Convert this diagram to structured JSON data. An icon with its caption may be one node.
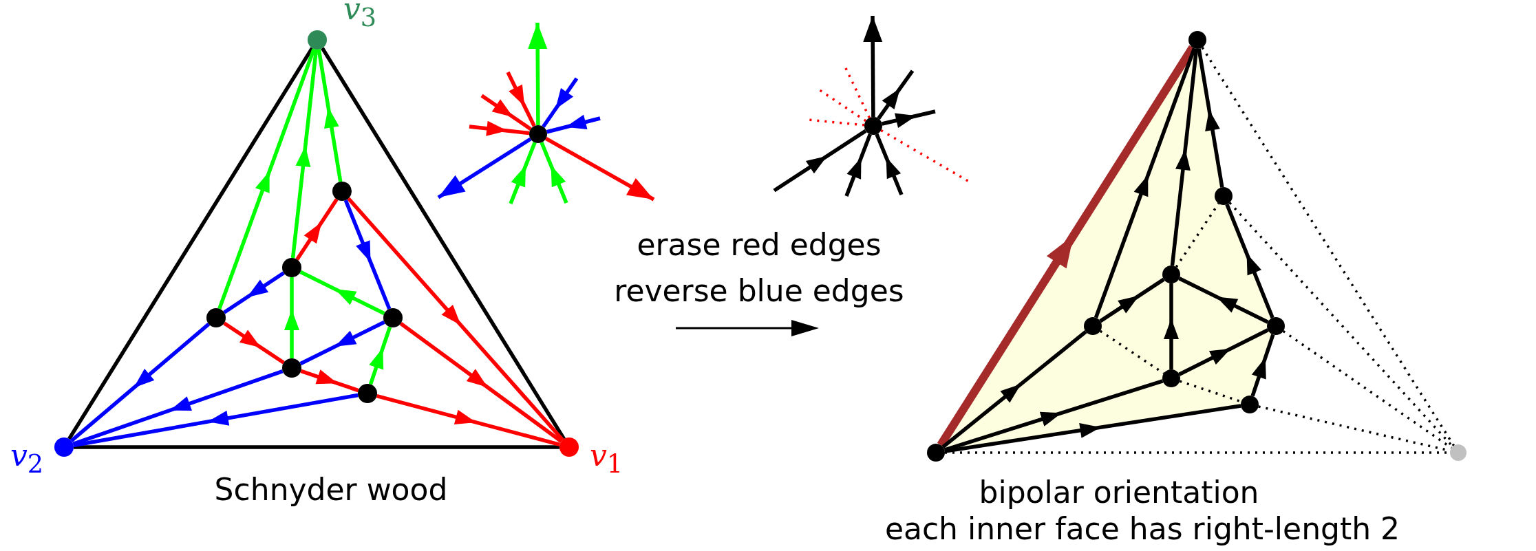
{
  "diagram": {
    "nodes": [
      {
        "text": [],
        "shape": "circle",
        "beside": [
          "*v*$_{3}$"
        ]
      },
      {
        "text": [],
        "shape": "circle"
      },
      {
        "text": [],
        "shape": "circle"
      },
      {
        "text": [],
        "shape": "circle"
      },
      {
        "text": [],
        "shape": "circle"
      },
      {
        "text": [],
        "shape": "circle"
      },
      {
        "text": [],
        "shape": "circle"
      },
      {
        "text": [],
        "shape": "circle",
        "beside": [
          "*v*$_{2}$"
        ]
      },
      {
        "text": [],
        "shape": "circle",
        "beside": [
          "*v*$_{1}$"
        ]
      },
      {
        "text": [],
        "shape": "circle"
      },
      {
        "text": [],
        "shape": "circle"
      },
      {
        "text": [],
        "shape": "circle"
      },
      {
        "text": [],
        "shape": "circle"
      },
      {
        "text": [],
        "shape": "circle"
      },
      {
        "text": [],
        "shape": "circle"
      },
      {
        "text": [],
        "shape": "circle"
      },
      {
        "text": [],
        "shape": "circle"
      },
      {
        "text": [],
        "shape": "circle"
      },
      {
        "text": [],
        "shape": "circle"
      },
      {
        "text": [],
        "shape": "circle"
      }
    ],
    "edges": [
      {
        "from": 0,
        "to": 7,
        "arrow": "none"
      },
      {
        "from": 0,
        "to": 8,
        "arrow": "none"
      },
      {
        "from": 7,
        "to": 8,
        "arrow": "none"
      },
      {
        "from": 3,
        "to": 0,
        "arrow": "to",
        "color": "#00ff00"
      },
      {
        "from": 2,
        "to": 0,
        "arrow": "to",
        "color": "#00ff00"
      },
      {
        "from": 1,
        "to": 0,
        "arrow": "to",
        "color": "#00ff00"
      },
      {
        "from": 5,
        "to": 2,
        "arrow": "to",
        "color": "#00ff00"
      },
      {
        "from": 4,
        "to": 2,
        "arrow": "to",
        "color": "#00ff00"
      },
      {
        "from": 6,
        "to": 4,
        "arrow": "to",
        "color": "#00ff00"
      },
      {
        "from": 2,
        "to": 1,
        "arrow": "to",
        "color": "#ff0000"
      },
      {
        "from": 1,
        "to": 8,
        "arrow": "to",
        "color": "#ff0000"
      },
      {
        "from": 3,
        "to": 5,
        "arrow": "to",
        "color": "#ff0000"
      },
      {
        "from": 5,
        "to": 6,
        "arrow": "to",
        "color": "#ff0000"
      },
      {
        "from": 6,
        "to": 8,
        "arrow": "to",
        "color": "#ff0000"
      },
      {
        "from": 4,
        "to": 8,
        "arrow": "to",
        "color": "#ff0000"
      },
      {
        "from": 1,
        "to": 4,
        "arrow": "to",
        "color": "#0000ff"
      },
      {
        "from": 2,
        "to": 3,
        "arrow": "to",
        "color": "#0000ff"
      },
      {
        "from": 3,
        "to": 7,
        "arrow": "to",
        "color": "#0000ff"
      },
      {
        "from": 4,
        "to": 5,
        "arrow": "to",
        "color": "#0000ff"
      },
      {
        "from": 5,
        "to": 7,
        "arrow": "to",
        "color": "#0000ff"
      },
      {
        "from": 6,
        "to": 7,
        "arrow": "to",
        "color": "#0000ff"
      },
      {
        "from": 9,
        "to": null,
        "arrow": "to",
        "color": "#00ff00"
      },
      {
        "from": null,
        "to": 9,
        "arrow": "to",
        "color": "#ff0000"
      },
      {
        "from": null,
        "to": 9,
        "arrow": "to",
        "color": "#ff0000"
      },
      {
        "from": null,
        "to": 9,
        "arrow": "to",
        "color": "#ff0000"
      },
      {
        "from": null,
        "to": 9,
        "arrow": "to",
        "color": "#0000ff"
      },
      {
        "from": null,
        "to": 9,
        "arrow": "to",
        "color": "#0000ff"
      },
      {
        "from": 9,
        "to": null,
        "arrow": "to",
        "color": "#0000ff"
      },
      {
        "from": null,
        "to": 9,
        "arrow": "to",
        "color": "#00ff00"
      },
      {
        "from": null,
        "to": 9,
        "arrow": "to",
        "color": "#00ff00"
      },
      {
        "from": 9,
        "to": null,
        "arrow": "to",
        "color": "#ff0000"
      },
      {
        "from": 10,
        "to": null,
        "arrow": "to"
      },
      {
        "from": 10,
        "to": null,
        "arrow": "to"
      },
      {
        "from": 10,
        "to": null,
        "arrow": "to"
      },
      {
        "from": null,
        "to": 10,
        "arrow": "to"
      },
      {
        "from": null,
        "to": 10,
        "arrow": "to"
      },
      {
        "from": null,
        "to": 10,
        "arrow": "to"
      },
      {
        "from": 10,
        "to": null,
        "arrow": "none",
        "style": "dashed",
        "color": "#ff0000"
      },
      {
        "from": 10,
        "to": null,
        "arrow": "none",
        "style": "dashed",
        "color": "#ff0000"
      },
      {
        "from": 10,
        "to": null,
        "arrow": "none",
        "style": "dashed",
        "color": "#ff0000"
      },
      {
        "from": 10,
        "to": null,
        "arrow": "none",
        "style": "dashed",
        "color": "#ff0000"
      },
      {
        "from": 18,
        "to": 11,
        "arrow": "to",
        "style": "thick",
        "color": "#a52a2a"
      },
      {
        "from": 18,
        "to": 14,
        "arrow": "to"
      },
      {
        "from": 18,
        "to": 16,
        "arrow": "to"
      },
      {
        "from": 18,
        "to": 17,
        "arrow": "to"
      },
      {
        "from": 14,
        "to": 11,
        "arrow": "to"
      },
      {
        "from": 13,
        "to": 11,
        "arrow": "to"
      },
      {
        "from": 12,
        "to": 11,
        "arrow": "to"
      },
      {
        "from": 14,
        "to": 13,
        "arrow": "to"
      },
      {
        "from": 15,
        "to": 13,
        "arrow": "to"
      },
      {
        "from": 16,
        "to": 13,
        "arrow": "to"
      },
      {
        "from": 16,
        "to": 15,
        "arrow": "to"
      },
      {
        "from": 17,
        "to": 15,
        "arrow": "to"
      },
      {
        "from": 15,
        "to": 12,
        "arrow": "to"
      },
      {
        "from": 13,
        "to": 12,
        "arrow": "none",
        "style": "dashed"
      },
      {
        "from": 14,
        "to": 16,
        "arrow": "none",
        "style": "dashed"
      },
      {
        "from": 16,
        "to": 17,
        "arrow": "none",
        "style": "dashed"
      },
      {
        "from": 11,
        "to": 19,
        "arrow": "none",
        "style": "dashed"
      },
      {
        "from": 12,
        "to": 19,
        "arrow": "none",
        "style": "dashed"
      },
      {
        "from": 15,
        "to": 19,
        "arrow": "none",
        "style": "dashed"
      },
      {
        "from": 17,
        "to": 19,
        "arrow": "none",
        "style": "dashed"
      },
      {
        "from": 18,
        "to": 19,
        "arrow": "none",
        "style": "dashed"
      }
    ],
    "labels": [
      "Schnyder wood",
      "erase red edges",
      "reverse blue edges",
      "bipolar orientation",
      "each inner face has right-length 2"
    ]
  }
}
